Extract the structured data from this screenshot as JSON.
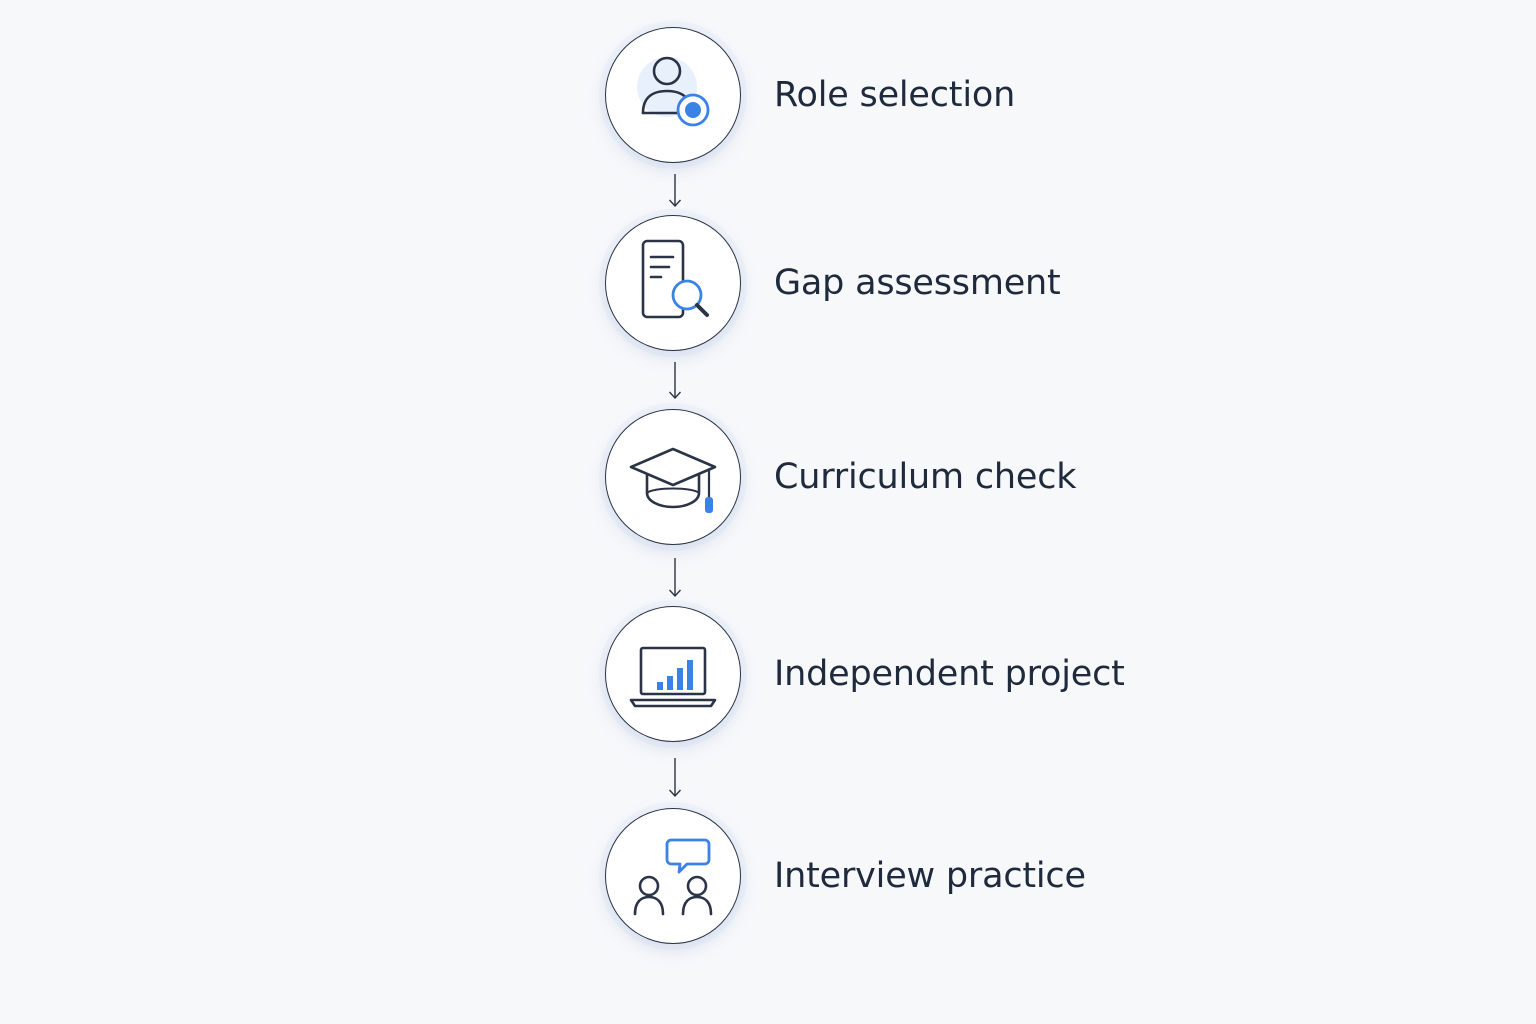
{
  "steps": [
    {
      "label": "Role selection",
      "icon": "person-target-icon"
    },
    {
      "label": "Gap assessment",
      "icon": "document-magnifier-icon"
    },
    {
      "label": "Curriculum check",
      "icon": "graduation-cap-icon"
    },
    {
      "label": "Independent project",
      "icon": "laptop-chart-icon"
    },
    {
      "label": "Interview practice",
      "icon": "two-people-chat-icon"
    }
  ],
  "colors": {
    "background": "#f7f8fa",
    "stroke": "#2b3446",
    "accent": "#3b82e6",
    "text": "#1f2a3d"
  }
}
